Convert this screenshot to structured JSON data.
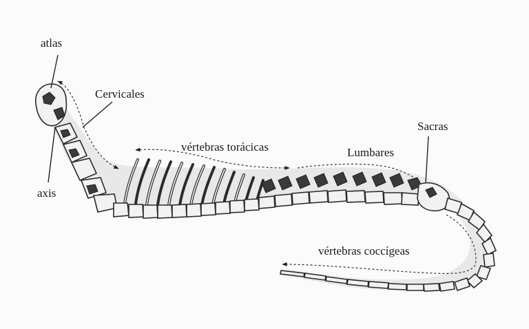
{
  "labels": {
    "atlas": "atlas",
    "axis": "axis",
    "cervicales": "Cervicales",
    "toracicas": "vértebras torácicas",
    "lumbares": "Lumbares",
    "sacras": "Sacras",
    "coccigeas": "vértebras coccígeas"
  },
  "colors": {
    "ink": "#1a1a1a",
    "paper": "#fbfbfb",
    "bone": "#f2f2f2"
  }
}
